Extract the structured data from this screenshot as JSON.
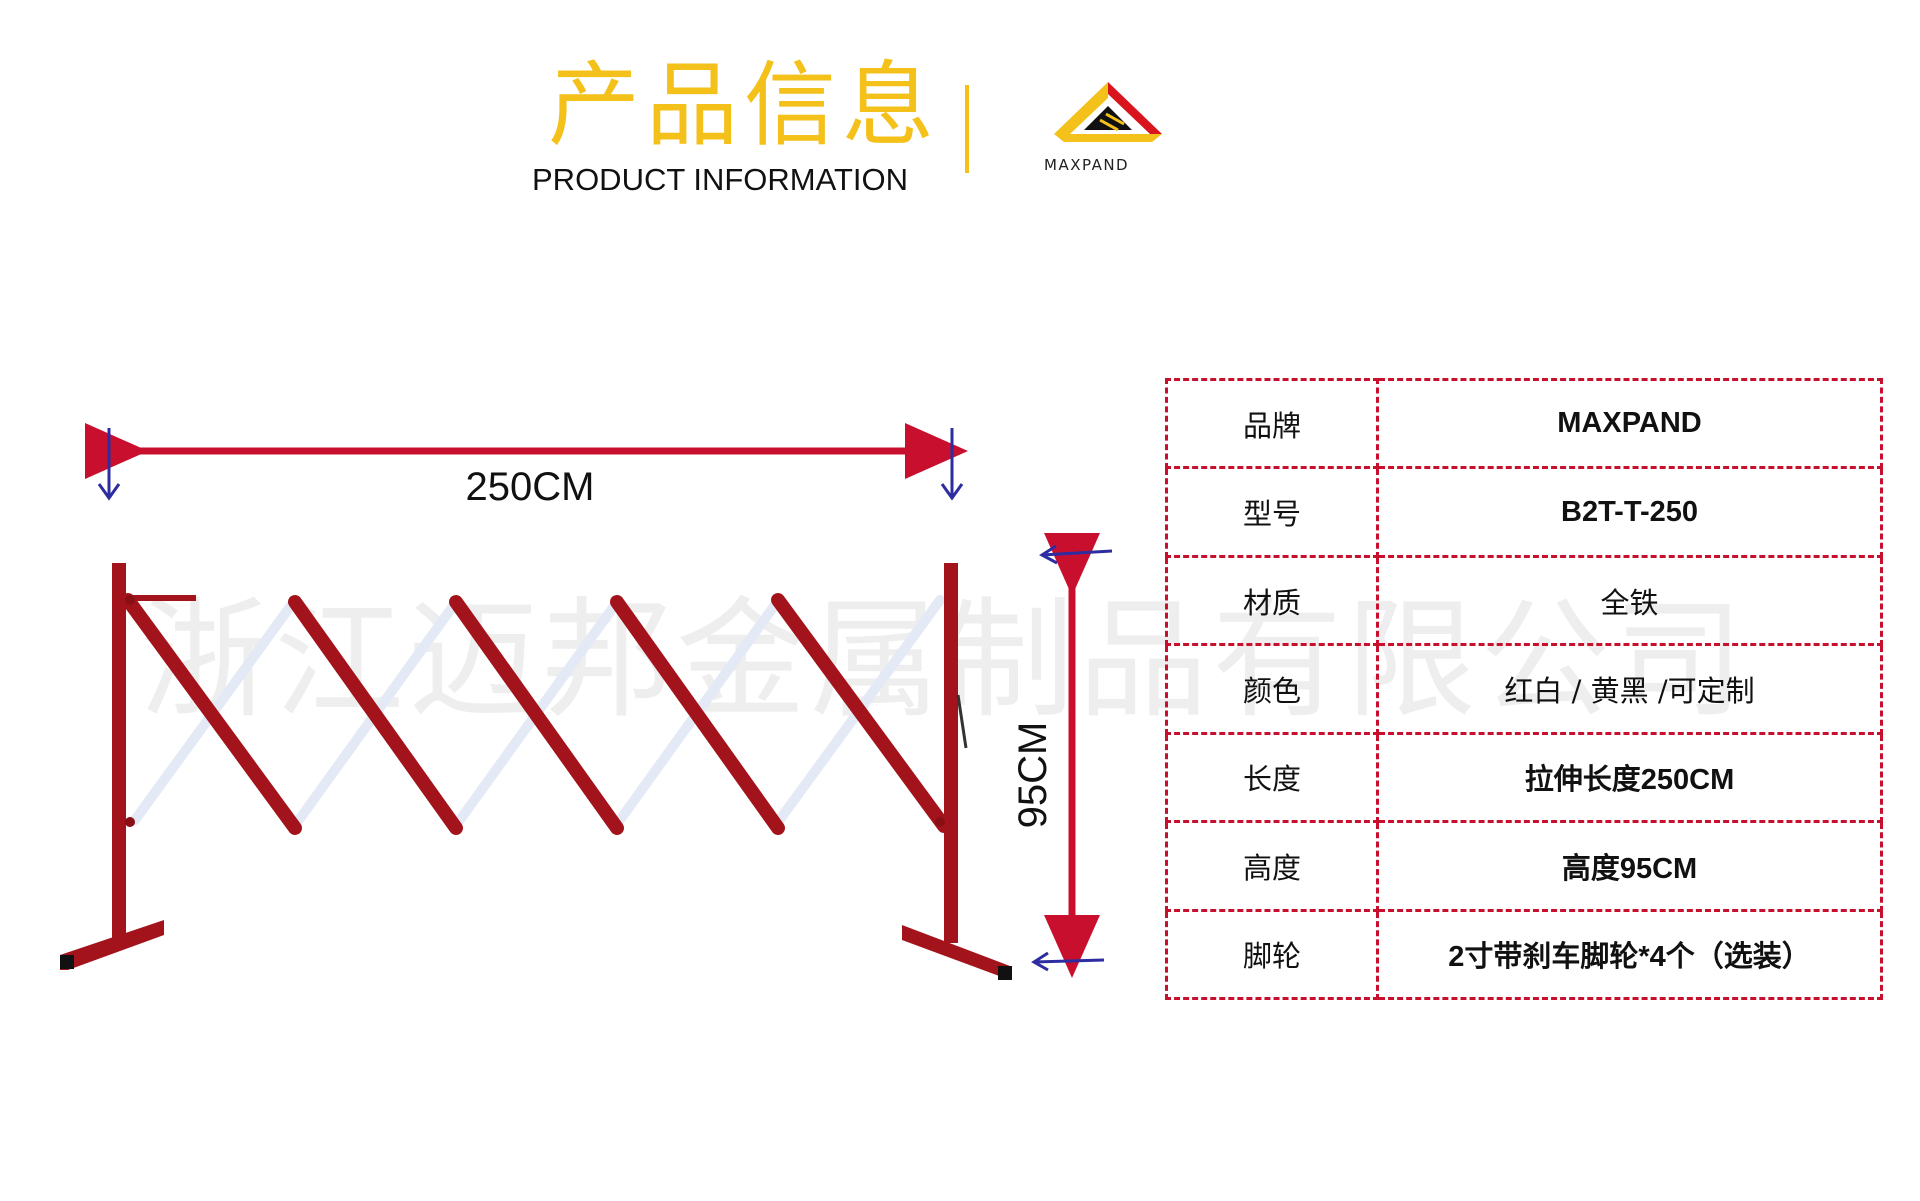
{
  "header": {
    "title_cn": "产品信息",
    "title_en": "PRODUCT INFORMATION",
    "logo_text": "MAXPAND"
  },
  "colors": {
    "accent_yellow": "#f4c11a",
    "barrier_red": "#a3131b",
    "dimension_red": "#c8102e",
    "arrow_blue": "#2d2ca0",
    "table_border": "#c8102e"
  },
  "dimensions": {
    "width_label": "250CM",
    "height_label": "95CM"
  },
  "watermark": "浙江迈邦金属制品有限公司",
  "spec_table": {
    "rows": [
      {
        "label": "品牌",
        "value": "MAXPAND"
      },
      {
        "label": "型号",
        "value": "B2T-T-250"
      },
      {
        "label": "材质",
        "value": "全铁"
      },
      {
        "label": "颜色",
        "value": "红白 / 黄黑 /可定制"
      },
      {
        "label": "长度",
        "value": "拉伸长度250CM"
      },
      {
        "label": "高度",
        "value": "高度95CM"
      },
      {
        "label": "脚轮",
        "value": "2寸带刹车脚轮*4个（选装）"
      }
    ]
  }
}
